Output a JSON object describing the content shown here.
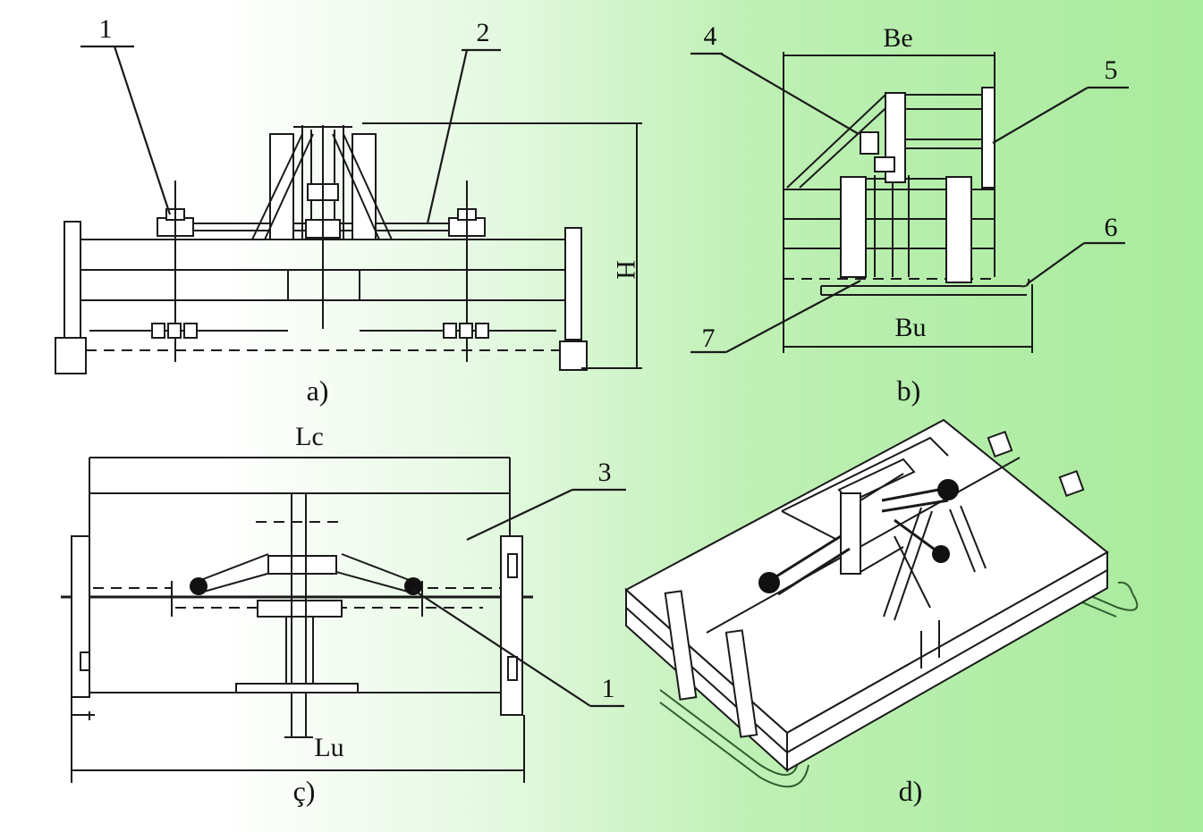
{
  "captions": {
    "a": "a)",
    "b": "b)",
    "c": "ç)",
    "d": "d)"
  },
  "callouts": {
    "n1_top": "1",
    "n2": "2",
    "n3": "3",
    "n4": "4",
    "n5": "5",
    "n6": "6",
    "n7": "7",
    "n1_bottom": "1"
  },
  "dimensions": {
    "H": "H",
    "Be": "Be",
    "Bu": "Bu",
    "Lc": "Lc",
    "Lu": "Lu"
  }
}
